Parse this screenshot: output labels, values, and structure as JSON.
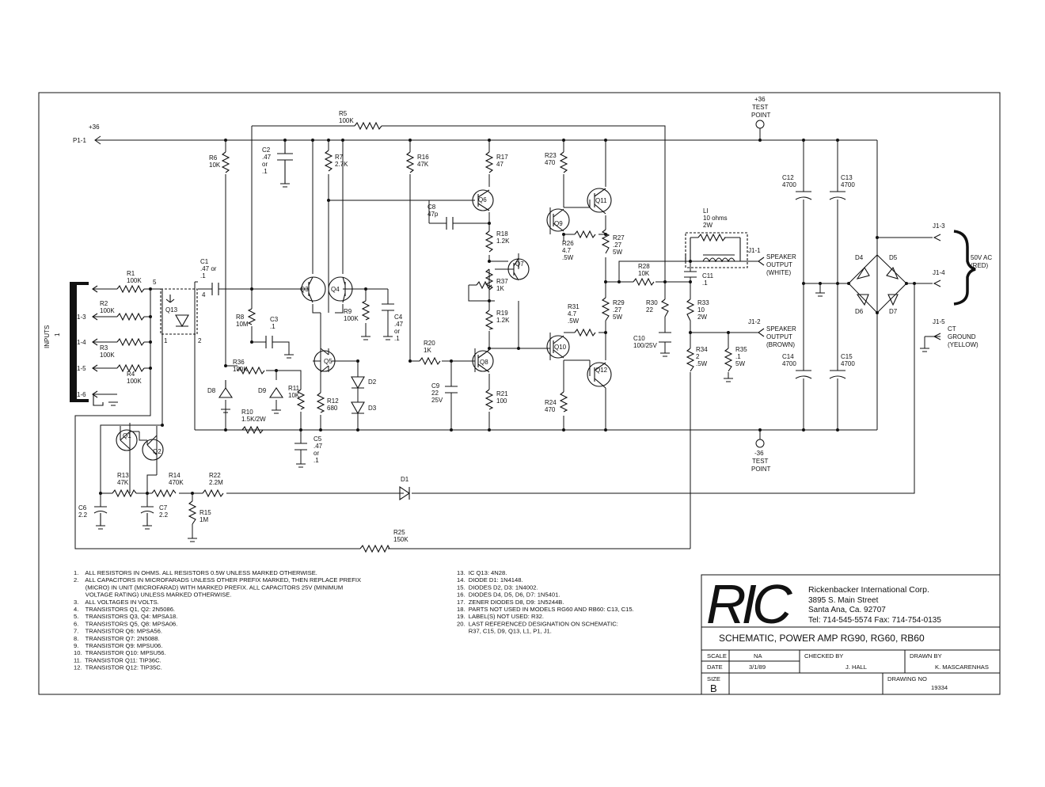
{
  "supply": {
    "pos": "+36",
    "rail_label": "P1-1"
  },
  "test_points": {
    "top": [
      "+36",
      "TEST",
      "POINT"
    ],
    "bottom": [
      "-36",
      "TEST",
      "POINT"
    ]
  },
  "inputs": {
    "label": "INPUTS",
    "pins": [
      "1",
      "1-3",
      "1-4",
      "1-5",
      "1-6"
    ]
  },
  "components": {
    "R1": [
      "R1",
      "100K"
    ],
    "R2": [
      "R2",
      "100K"
    ],
    "R3": [
      "R3",
      "100K"
    ],
    "R4": [
      "R4",
      "100K"
    ],
    "R5": [
      "R5",
      "100K"
    ],
    "R6": [
      "R6",
      "10K"
    ],
    "R7": [
      "R7",
      "2.7K"
    ],
    "R8": [
      "R8",
      "10M"
    ],
    "R9": [
      "R9",
      "100K"
    ],
    "R10": [
      "R10",
      "1.5K/2W"
    ],
    "R11": [
      "R11",
      "10K"
    ],
    "R12": [
      "R12",
      "680"
    ],
    "R13": [
      "R13",
      "47K"
    ],
    "R14": [
      "R14",
      "470K"
    ],
    "R15": [
      "R15",
      "1M"
    ],
    "R16": [
      "R16",
      "47K"
    ],
    "R17": [
      "R17",
      "47"
    ],
    "R18": [
      "R18",
      "1.2K"
    ],
    "R19": [
      "R19",
      "1.2K"
    ],
    "R20": [
      "R20",
      "1K"
    ],
    "R21": [
      "R21",
      "100"
    ],
    "R22": [
      "R22",
      "2.2M"
    ],
    "R23": [
      "R23",
      "470"
    ],
    "R24": [
      "R24",
      "470"
    ],
    "R25": [
      "R25",
      "150K"
    ],
    "R26": [
      "R26",
      "4.7",
      ".5W"
    ],
    "R27": [
      "R27",
      ".27",
      "5W"
    ],
    "R28": [
      "R28",
      "10K"
    ],
    "R29": [
      "R29",
      ".27",
      "5W"
    ],
    "R30": [
      "R30",
      "22"
    ],
    "R31": [
      "R31",
      "4.7",
      ".5W"
    ],
    "R33": [
      "R33",
      "10",
      "2W"
    ],
    "R34": [
      "R34",
      "2",
      ".5W"
    ],
    "R35": [
      "R35",
      ".1",
      "5W"
    ],
    "R36": [
      "R36",
      "100K"
    ],
    "R37": [
      "R37",
      "1K"
    ],
    "C1": [
      "C1",
      ".47 or",
      ".1"
    ],
    "C2": [
      "C2",
      ".47",
      "or",
      ".1"
    ],
    "C3": [
      "C3",
      ".1"
    ],
    "C4": [
      "C4",
      ".47",
      "or",
      ".1"
    ],
    "C5": [
      "C5",
      ".47",
      "or",
      ".1"
    ],
    "C6": [
      "C6",
      "2.2"
    ],
    "C7": [
      "C7",
      "2.2"
    ],
    "C8": [
      "C8",
      "47p"
    ],
    "C9": [
      "C9",
      "22",
      "25V"
    ],
    "C10": [
      "C10",
      "100/25V"
    ],
    "C11": [
      "C11",
      ".1"
    ],
    "C12": [
      "C12",
      "4700"
    ],
    "C13": [
      "C13",
      "4700"
    ],
    "C14": [
      "C14",
      "4700"
    ],
    "C15": [
      "C15",
      "4700"
    ],
    "L1": [
      "LI",
      "10 ohms",
      "2W"
    ],
    "Q": [
      "Q1",
      "Q2",
      "Q3",
      "Q4",
      "Q5",
      "Q6",
      "Q7",
      "Q8",
      "Q9",
      "Q10",
      "Q11",
      "Q12",
      "Q13"
    ],
    "D": [
      "D1",
      "D2",
      "D3",
      "D4",
      "D5",
      "D6",
      "D7",
      "D8",
      "D9"
    ]
  },
  "connectors": {
    "j1_1": [
      "J1-1",
      "SPEAKER",
      "OUTPUT",
      "(WHITE)"
    ],
    "j1_2": [
      "J1-2",
      "SPEAKER",
      "OUTPUT",
      "(BROWN)"
    ],
    "j1_3": "J1-3",
    "j1_4": "J1-4",
    "j1_5": [
      "J1-5",
      "CT",
      "GROUND",
      "(YELLOW)"
    ],
    "ac": [
      "50V AC",
      "(RED)"
    ]
  },
  "q13_pins": [
    "5",
    "4",
    "1",
    "2"
  ],
  "notes_left": [
    "1.    ALL RESISTORS IN OHMS. ALL RESISTORS 0.5W UNLESS MARKED OTHERWISE.",
    "2.    ALL CAPACITORS IN MICROFARADS UNLESS OTHER PREFIX MARKED, THEN REPLACE PREFIX",
    "       (MICRO) IN UNIT (MICROFARAD) WITH MARKED PREFIX. ALL CAPACITORS 25V (MINIMUM",
    "       VOLTAGE RATING) UNLESS MARKED OTHERWISE.",
    "3.    ALL VOLTAGES IN VOLTS.",
    "4.    TRANSISTORS Q1, Q2: 2N5086.",
    "5.    TRANSISTORS Q3, Q4: MPSA18.",
    "6.    TRANSISTORS Q5, Q8: MPSA06.",
    "7.    TRANSISTOR Q6: MPSA56.",
    "8.    TRANSISTOR Q7: 2N5088.",
    "9.    TRANSISTOR Q9: MPSU06.",
    "10.  TRANSISTOR Q10: MPSU56.",
    "11.  TRANSISTOR Q11: TIP36C.",
    "12.  TRANSISTOR Q12: TIP35C."
  ],
  "notes_right": [
    "13.  IC Q13: 4N28.",
    "14.  DIODE D1: 1N4148.",
    "15.  DIODES D2, D3: 1N4002.",
    "16.  DIODES D4, D5, D6, D7: 1N5401.",
    "17.  ZENER DIODES D8, D9: 1N5244B.",
    "18.  PARTS NOT USED IN MODELS RG60 AND RB60: C13, C15.",
    "19.  LABEL(S) NOT USED: R32.",
    "20.  LAST REFERENCED DESIGNATION ON SCHEMATIC:",
    "       R37, C15, D9, Q13, L1, P1, J1."
  ],
  "title_block": {
    "logo": "RIC",
    "company": [
      "Rickenbacker International Corp.",
      "3895 S. Main Street",
      "Santa Ana, Ca. 92707",
      "Tel: 714-545-5574  Fax: 714-754-0135"
    ],
    "title": "SCHEMATIC, POWER AMP RG90, RG60, RB60",
    "scale_label": "SCALE",
    "scale_value": "NA",
    "checked_label": "CHECKED BY",
    "checked_value": "J. HALL",
    "drawn_label": "DRAWN BY",
    "drawn_value": "K. MASCARENHAS",
    "date_label": "DATE",
    "date_value": "3/1/89",
    "size_label": "SIZE",
    "size_value": "B",
    "drawing_label": "DRAWING NO",
    "drawing_value": "19334"
  }
}
